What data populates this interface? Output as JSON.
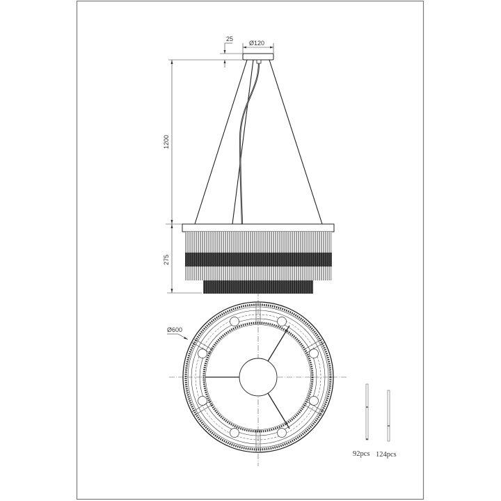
{
  "drawing": {
    "title": "Pendant chandelier technical drawing",
    "dimensions": {
      "canopy_height": "25",
      "canopy_diameter": "Ø120",
      "suspension_length": "1200",
      "body_height": "275",
      "body_diameter": "Ø600"
    },
    "parts": [
      {
        "label": "92pcs",
        "name": "long-crystal-rod"
      },
      {
        "label": "124pcs",
        "name": "short-crystal-rod"
      }
    ],
    "colors": {
      "line": "#222222",
      "frame": "#777777",
      "dark_band": "#3a3a3a",
      "crystal": "#9a9a9a"
    }
  }
}
